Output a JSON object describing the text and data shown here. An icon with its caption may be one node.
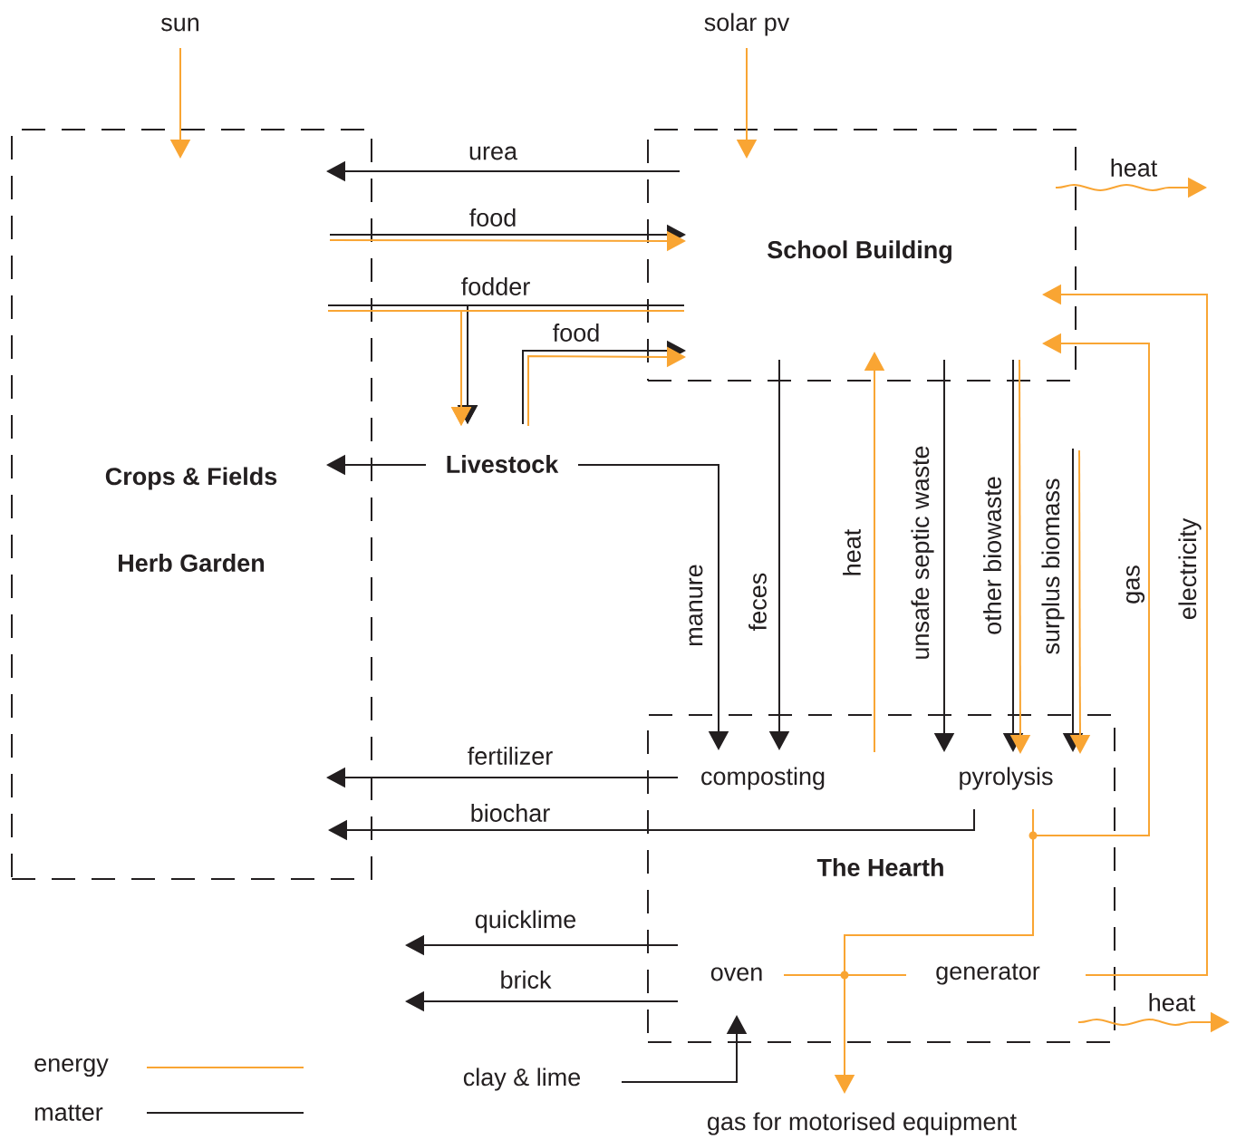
{
  "diagram": {
    "nodes": [
      {
        "text": [
          "Crops & Fields",
          "Herb Garden"
        ]
      },
      {
        "text": [
          "School Building"
        ]
      },
      {
        "text": [
          "The Hearth"
        ]
      },
      {
        "text": [
          "sun"
        ]
      },
      {
        "text": [
          "solar pv"
        ]
      },
      {
        "text": [
          "Livestock"
        ]
      },
      {
        "text": [
          "composting"
        ],
        "in": 2
      },
      {
        "text": [
          "pyrolysis"
        ],
        "in": 2
      },
      {
        "text": [
          "oven"
        ],
        "in": 2
      },
      {
        "text": [
          "generator"
        ],
        "in": 2
      },
      {
        "text": [
          "clay & lime"
        ]
      },
      {
        "text": [
          "gas for motorised equipment"
        ]
      }
    ],
    "edges": [
      {
        "from": 3,
        "to": 0,
        "arrow": "to",
        "color": "#f9a533"
      },
      {
        "from": 4,
        "to": 1,
        "arrow": "to",
        "color": "#f9a533"
      },
      {
        "from": 1,
        "to": 0,
        "arrow": "to",
        "label": "urea",
        "color": "#231f20"
      },
      {
        "from": 0,
        "to": 1,
        "arrow": "to",
        "label": "food",
        "color": "#231f20"
      },
      {
        "from": 0,
        "to": 1,
        "arrow": "to",
        "color": "#f9a533"
      },
      {
        "from": 0,
        "to": 5,
        "arrow": "to",
        "label": "fodder",
        "color": "#231f20"
      },
      {
        "from": 1,
        "to": 5,
        "arrow": "to",
        "color": "#231f20"
      },
      {
        "from": 0,
        "to": 5,
        "arrow": "to",
        "color": "#f9a533"
      },
      {
        "from": 1,
        "to": 5,
        "arrow": "to",
        "color": "#f9a533"
      },
      {
        "from": 5,
        "to": 1,
        "arrow": "to",
        "label": "food",
        "color": "#231f20"
      },
      {
        "from": 5,
        "to": 1,
        "arrow": "to",
        "color": "#f9a533"
      },
      {
        "from": 5,
        "to": 0,
        "arrow": "to",
        "color": "#231f20"
      },
      {
        "from": 5,
        "to": 6,
        "arrow": "to",
        "label": "manure",
        "color": "#231f20"
      },
      {
        "from": 1,
        "to": 6,
        "arrow": "to",
        "label": "feces",
        "color": "#231f20"
      },
      {
        "from": 2,
        "to": 1,
        "arrow": "to",
        "label": "heat",
        "color": "#f9a533"
      },
      {
        "from": 1,
        "to": 7,
        "arrow": "to",
        "label": "unsafe septic waste",
        "color": "#231f20"
      },
      {
        "from": 1,
        "to": 7,
        "arrow": "to",
        "label": "other biowaste",
        "color": "#231f20"
      },
      {
        "from": 1,
        "to": 7,
        "arrow": "to",
        "color": "#f9a533"
      },
      {
        "from": null,
        "to": 7,
        "arrow": "to",
        "label": "surplus biomass",
        "color": "#231f20"
      },
      {
        "from": null,
        "to": 7,
        "arrow": "to",
        "color": "#f9a533"
      },
      {
        "from": 7,
        "to": 1,
        "arrow": "to",
        "label": "gas",
        "color": "#f9a533"
      },
      {
        "from": 7,
        "to": 11,
        "arrow": "to",
        "color": "#f9a533"
      },
      {
        "from": 7,
        "to": 8,
        "arrow": "none",
        "color": "#f9a533"
      },
      {
        "from": 7,
        "to": 9,
        "arrow": "none",
        "color": "#f9a533"
      },
      {
        "from": 9,
        "to": 1,
        "arrow": "to",
        "label": "electricity",
        "color": "#f9a533"
      },
      {
        "from": 1,
        "to": null,
        "arrow": "to",
        "label": "heat",
        "color": "#f9a533"
      },
      {
        "from": 2,
        "to": null,
        "arrow": "to",
        "label": "heat",
        "color": "#f9a533"
      },
      {
        "from": 6,
        "to": 0,
        "arrow": "to",
        "label": "fertilizer",
        "color": "#231f20"
      },
      {
        "from": 7,
        "to": 0,
        "arrow": "to",
        "label": "biochar",
        "color": "#231f20"
      },
      {
        "from": 8,
        "to": null,
        "arrow": "to",
        "label": "quicklime",
        "color": "#231f20"
      },
      {
        "from": 8,
        "to": null,
        "arrow": "to",
        "label": "brick",
        "color": "#231f20"
      },
      {
        "from": 10,
        "to": 8,
        "arrow": "to",
        "color": "#231f20"
      }
    ],
    "legend": [
      {
        "text": "energy"
      },
      {
        "text": "matter"
      }
    ]
  }
}
